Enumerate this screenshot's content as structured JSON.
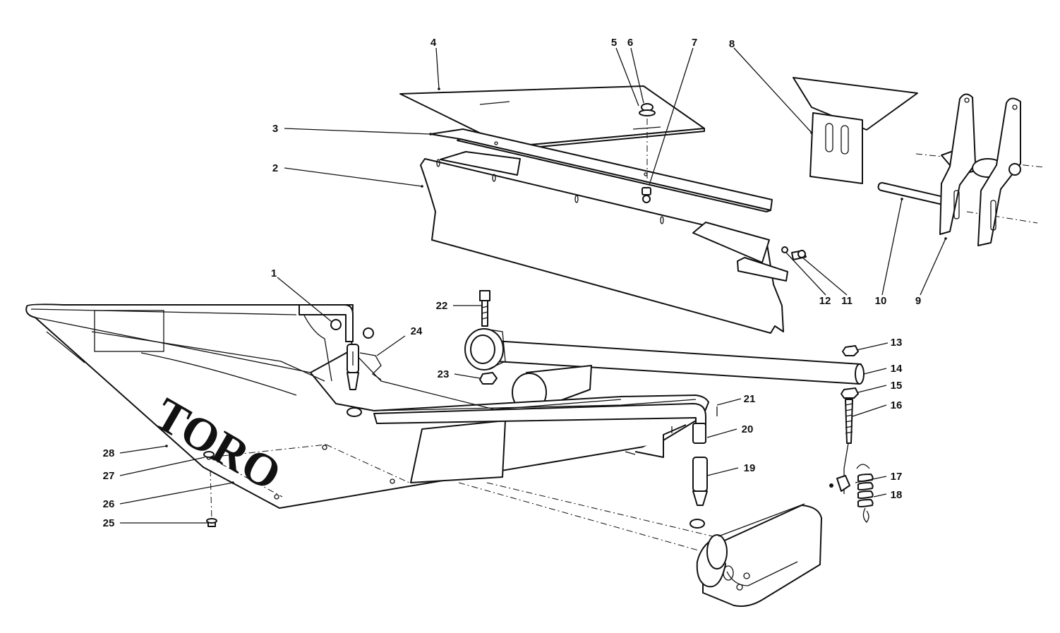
{
  "brand_text": "TORO",
  "callouts": [
    {
      "id": "1",
      "label": "1"
    },
    {
      "id": "2",
      "label": "2"
    },
    {
      "id": "3",
      "label": "3"
    },
    {
      "id": "4",
      "label": "4"
    },
    {
      "id": "5",
      "label": "5"
    },
    {
      "id": "6",
      "label": "6"
    },
    {
      "id": "7",
      "label": "7"
    },
    {
      "id": "8",
      "label": "8"
    },
    {
      "id": "9",
      "label": "9"
    },
    {
      "id": "10",
      "label": "10"
    },
    {
      "id": "11",
      "label": "11"
    },
    {
      "id": "12",
      "label": "12"
    },
    {
      "id": "13",
      "label": "13"
    },
    {
      "id": "14",
      "label": "14"
    },
    {
      "id": "15",
      "label": "15"
    },
    {
      "id": "16",
      "label": "16"
    },
    {
      "id": "17",
      "label": "17"
    },
    {
      "id": "18",
      "label": "18"
    },
    {
      "id": "19",
      "label": "19"
    },
    {
      "id": "20",
      "label": "20"
    },
    {
      "id": "21",
      "label": "21"
    },
    {
      "id": "22",
      "label": "22"
    },
    {
      "id": "23",
      "label": "23"
    },
    {
      "id": "24",
      "label": "24"
    },
    {
      "id": "25",
      "label": "25"
    },
    {
      "id": "26",
      "label": "26"
    },
    {
      "id": "27",
      "label": "27"
    },
    {
      "id": "28",
      "label": "28"
    }
  ]
}
